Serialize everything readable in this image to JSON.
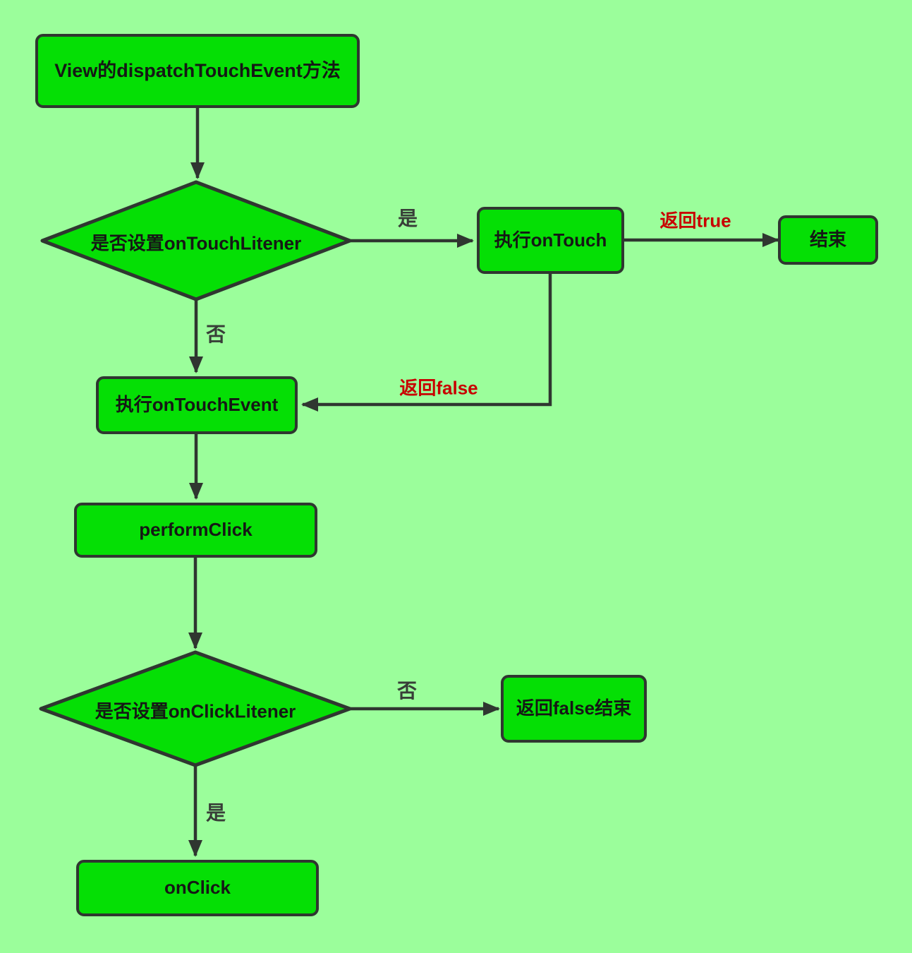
{
  "title": "View touch event dispatch flowchart",
  "palette": {
    "background": "#9BFE9B",
    "node_fill": "#05DF05",
    "outline": "#2F3630",
    "node_text": "#151815",
    "edge_label": "#383E38",
    "return_label": "#C80000"
  },
  "nodes": {
    "start": "View的dispatchTouchEvent方法",
    "decision_touch": "是否设置onTouchLitener",
    "exec_on_touch": "执行onTouch",
    "end": "结束",
    "exec_on_touch_event": "执行onTouchEvent",
    "perform_click": "performClick",
    "decision_click": "是否设置onClickLitener",
    "return_false_end": "返回false结束",
    "on_click": "onClick"
  },
  "edge_labels": {
    "touch_yes": "是",
    "touch_no": "否",
    "return_true": "返回true",
    "return_false": "返回false",
    "click_no": "否",
    "click_yes": "是"
  }
}
